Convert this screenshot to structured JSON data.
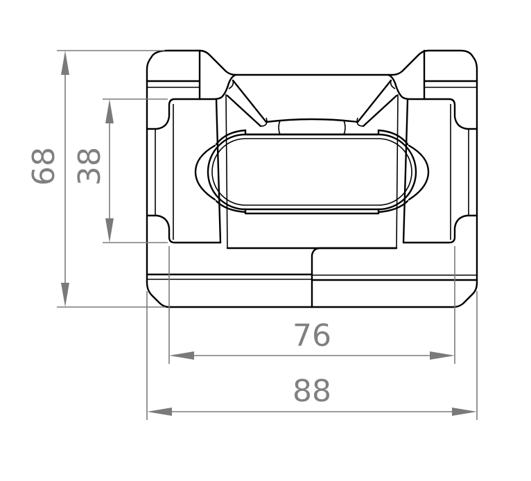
{
  "drawing": {
    "type": "technical-drawing",
    "view": "front view",
    "colors": {
      "outline": "#000000",
      "dimension": "#7a7a7a",
      "dimension_text": "#808080"
    }
  },
  "dimensions": {
    "overall_height": {
      "value": "68",
      "orientation": "vertical"
    },
    "inner_height": {
      "value": "38",
      "orientation": "vertical"
    },
    "inner_width": {
      "value": "76",
      "orientation": "horizontal"
    },
    "overall_width": {
      "value": "88",
      "orientation": "horizontal"
    }
  }
}
